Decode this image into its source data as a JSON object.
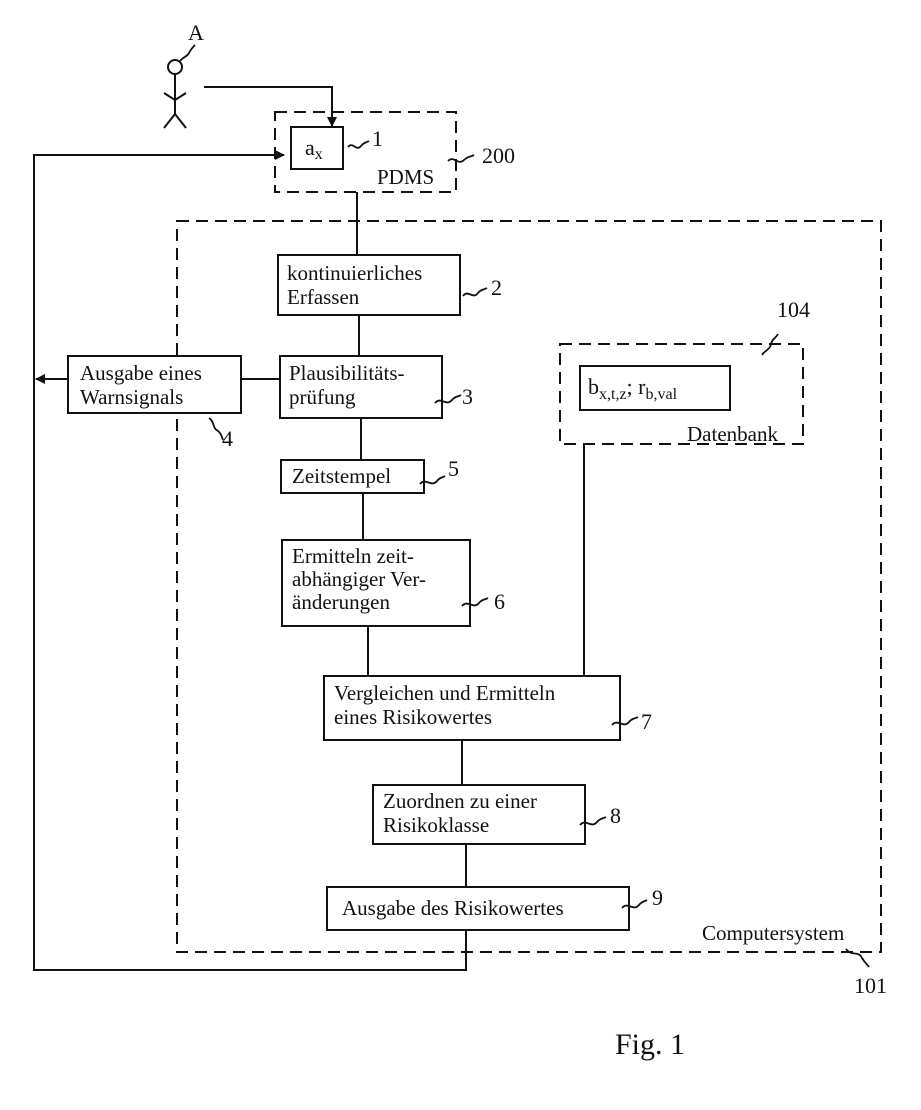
{
  "actor": {
    "label": "A"
  },
  "pdms": {
    "label": "PDMS",
    "ref": "200",
    "input_main": "a",
    "input_sub": "x",
    "input_ref": "1"
  },
  "computer_system": {
    "label": "Computersystem",
    "ref": "101"
  },
  "database": {
    "label": "Datenbank",
    "ref": "104",
    "content": [
      {
        "t": "b",
        "sub": false
      },
      {
        "t": "x,t,z",
        "sub": true
      },
      {
        "t": "; r",
        "sub": false
      },
      {
        "t": "b,val",
        "sub": true
      }
    ]
  },
  "steps": [
    {
      "id": "2",
      "lines": [
        "kontinuierliches",
        "Erfassen"
      ]
    },
    {
      "id": "3",
      "lines": [
        "Plausibilitäts-",
        "prüfung"
      ]
    },
    {
      "id": "4",
      "lines": [
        "Ausgabe eines",
        "Warnsignals"
      ]
    },
    {
      "id": "5",
      "lines": [
        "Zeitstempel"
      ]
    },
    {
      "id": "6",
      "lines": [
        "Ermitteln zeit-",
        "abhängiger Ver-",
        "änderungen"
      ]
    },
    {
      "id": "7",
      "lines": [
        "Vergleichen und Ermitteln",
        "eines Risikowertes"
      ]
    },
    {
      "id": "8",
      "lines": [
        "Zuordnen zu einer",
        "Risikoklasse"
      ]
    },
    {
      "id": "9",
      "lines": [
        "Ausgabe des Risikowertes"
      ]
    }
  ],
  "figure_label": "Fig. 1"
}
